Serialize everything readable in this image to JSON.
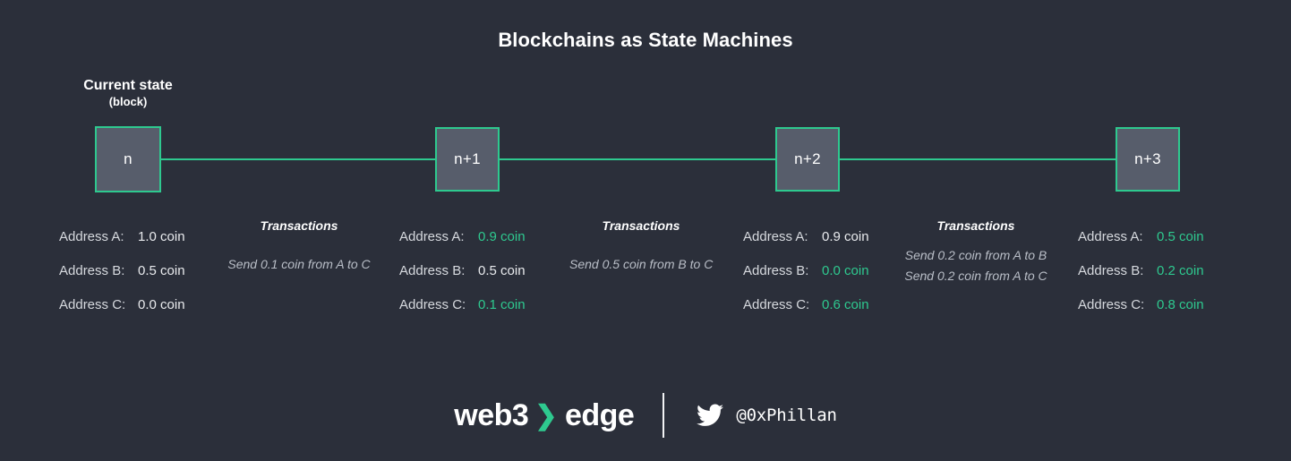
{
  "title": "Blockchains as State Machines",
  "colors": {
    "background": "#2b2f3a",
    "accent": "#2ec98f",
    "block_fill": "#575d6b",
    "text": "#e8eaed",
    "muted": "#b9bec7"
  },
  "current_state": {
    "line1": "Current state",
    "line2": "(block)"
  },
  "blocks": [
    {
      "label": "n"
    },
    {
      "label": "n+1"
    },
    {
      "label": "n+2"
    },
    {
      "label": "n+3"
    }
  ],
  "states": [
    {
      "rows": [
        {
          "label": "Address A:",
          "value": "1.0 coin",
          "changed": false
        },
        {
          "label": "Address B:",
          "value": "0.5 coin",
          "changed": false
        },
        {
          "label": "Address C:",
          "value": "0.0 coin",
          "changed": false
        }
      ]
    },
    {
      "rows": [
        {
          "label": "Address A:",
          "value": "0.9 coin",
          "changed": true
        },
        {
          "label": "Address B:",
          "value": "0.5 coin",
          "changed": false
        },
        {
          "label": "Address C:",
          "value": "0.1 coin",
          "changed": true
        }
      ]
    },
    {
      "rows": [
        {
          "label": "Address A:",
          "value": "0.9 coin",
          "changed": false
        },
        {
          "label": "Address B:",
          "value": "0.0 coin",
          "changed": true
        },
        {
          "label": "Address C:",
          "value": "0.6 coin",
          "changed": true
        }
      ]
    },
    {
      "rows": [
        {
          "label": "Address A:",
          "value": "0.5 coin",
          "changed": true
        },
        {
          "label": "Address B:",
          "value": "0.2 coin",
          "changed": true
        },
        {
          "label": "Address C:",
          "value": "0.8 coin",
          "changed": true
        }
      ]
    }
  ],
  "transactions": [
    {
      "heading": "Transactions",
      "lines": [
        "Send 0.1 coin from A to C"
      ]
    },
    {
      "heading": "Transactions",
      "lines": [
        "Send 0.5 coin from B to C"
      ]
    },
    {
      "heading": "Transactions",
      "lines": [
        "Send 0.2 coin from A to B",
        "Send 0.2 coin from A to C"
      ]
    }
  ],
  "footer": {
    "logo_word1": "web3",
    "logo_chevron": "❯",
    "logo_word2": "edge",
    "twitter_icon": "twitter-bird-icon",
    "handle": "@0xPhillan"
  }
}
